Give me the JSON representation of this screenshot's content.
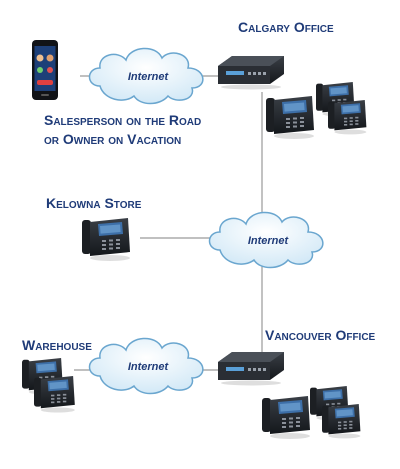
{
  "labels": {
    "calgary": "Calgary Office",
    "mobile_line1": "Salesperson on the Road",
    "mobile_line2": "or Owner on Vacation",
    "kelowna": "Kelowna Store",
    "warehouse": "Warehouse",
    "vancouver": "Vancouver Office"
  },
  "clouds": {
    "top": "Internet",
    "middle": "Internet",
    "bottom": "Internet"
  },
  "colors": {
    "label_text": "#1f3b78",
    "cloud_fill": "#dbeef9",
    "cloud_stroke": "#6aa6cf",
    "cloud_text": "#1f3b78",
    "link_line": "#9a9a9a"
  }
}
